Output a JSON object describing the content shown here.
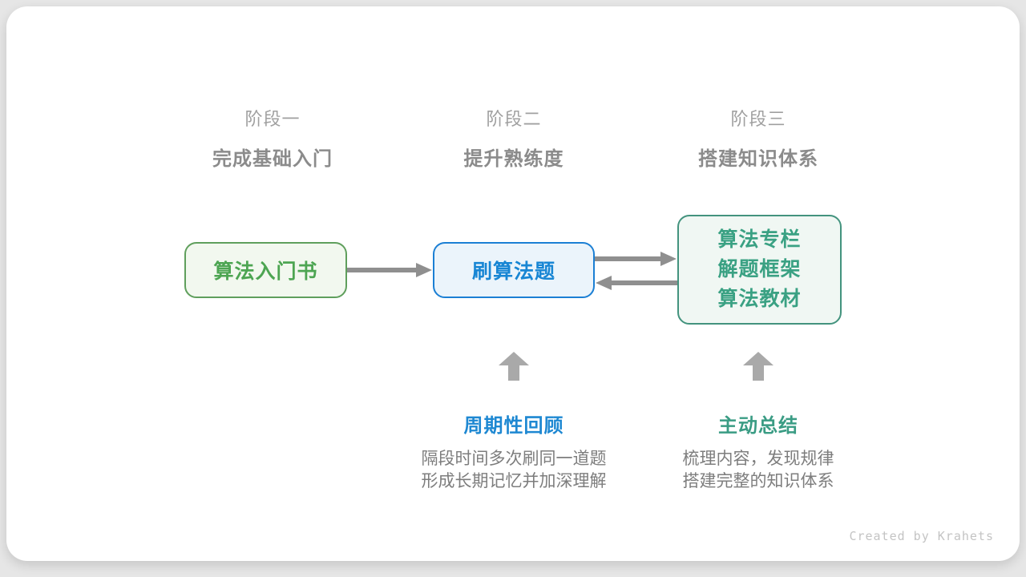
{
  "stages": [
    {
      "label": "阶段一",
      "subtitle": "完成基础入门"
    },
    {
      "label": "阶段二",
      "subtitle": "提升熟练度"
    },
    {
      "label": "阶段三",
      "subtitle": "搭建知识体系"
    }
  ],
  "nodes": [
    {
      "text": "算法入门书"
    },
    {
      "text": "刷算法题"
    },
    {
      "lines": [
        "算法专栏",
        "解题框架",
        "算法教材"
      ]
    }
  ],
  "annotations": [
    {
      "title": "周期性回顾",
      "desc_line1": "隔段时间多次刷同一道题",
      "desc_line2": "形成长期记忆并加深理解"
    },
    {
      "title": "主动总结",
      "desc_line1": "梳理内容，发现规律",
      "desc_line2": "搭建完整的知识体系"
    }
  ],
  "credit": "Created by Krahets",
  "colors": {
    "green_text": "#4da552",
    "green_border": "#5f9f5c",
    "green_bg": "#f2f8ef",
    "blue_text": "#1886d4",
    "blue_border": "#1b7fd4",
    "blue_bg": "#ebf4fb",
    "teal_text": "#3aa183",
    "teal_border": "#43937e",
    "teal_bg": "#f0f7f3",
    "arrow_gray": "#8f8f8f",
    "block_arrow_gray": "#a9a9a9",
    "stage_title_gray": "#a0a0a0",
    "stage_subtitle_gray": "#8b8b8b",
    "desc_gray": "#7d7d7d",
    "credit_gray": "#c4c4c4"
  }
}
